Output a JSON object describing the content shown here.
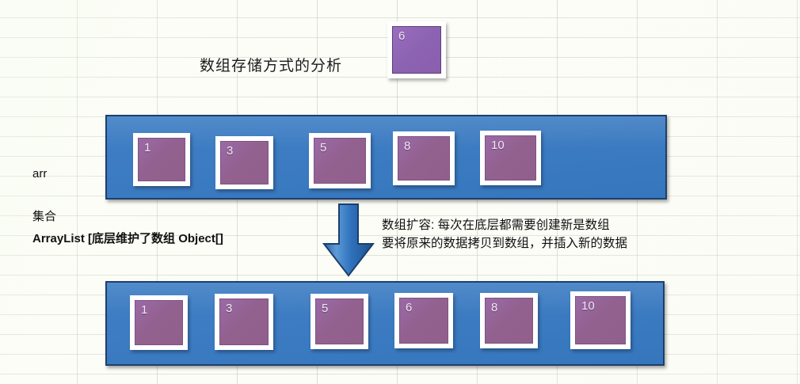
{
  "page": {
    "title_text": "数组存储方式的分析",
    "background": "spreadsheet-grid",
    "grid_color": "#96a096",
    "sheet_color": "#fbfdf6"
  },
  "colors": {
    "bar_blue": "#3d7cc2",
    "bar_border": "#1f3f6b",
    "cell_purple": "#93618f",
    "cell_float_purple": "#8c62b2",
    "cell_frame": "#ffffff",
    "text_dark": "#111111",
    "cell_number": "#f4e6f4"
  },
  "labels": {
    "arr": "arr",
    "set": "集合",
    "arraylist": "ArrayList [底层维护了数组 Object[]"
  },
  "annotation": {
    "line1": "数组扩容: 每次在底层都需要创建新是数组",
    "line2": "要将原来的数据拷贝到数组，并插入新的数据"
  },
  "floating_cell": {
    "value": "6"
  },
  "arrays": [
    {
      "name": "original-array",
      "label": "arr",
      "values": [
        "1",
        "3",
        "5",
        "8",
        "10"
      ],
      "capacity_slots": 6
    },
    {
      "name": "expanded-array",
      "label": "",
      "values": [
        "1",
        "3",
        "5",
        "6",
        "8",
        "10"
      ],
      "capacity_slots": 6
    }
  ],
  "arrow": {
    "direction": "down",
    "color": "#2f6fb5"
  }
}
